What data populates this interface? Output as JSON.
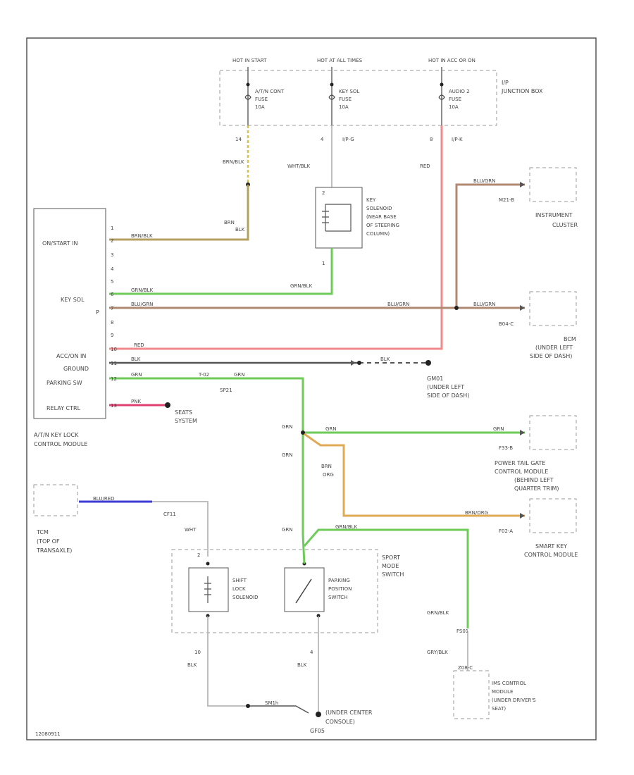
{
  "junction": {
    "fuse_hot_a": "HOT IN START",
    "fuse_hot_b": "HOT AT ALL TIMES",
    "fuse_hot_c": "HOT IN ACC OR ON",
    "fuse_a_name": "A/T/N CONT",
    "fuse_a_sub": "FUSE",
    "fuse_a_amp": "10A",
    "fuse_b_name": "KEY SOL",
    "fuse_b_sub": "FUSE",
    "fuse_b_amp": "10A",
    "fuse_c_name": "AUDIO 2",
    "fuse_c_sub": "FUSE",
    "fuse_c_amp": "10A",
    "box_l1": "I/P",
    "box_l2": "JUNCTION BOX",
    "pin_a": "14",
    "pin_b": "4",
    "pin_b_conn": "I/P-G",
    "pin_c": "8",
    "pin_c_conn": "I/P-K"
  },
  "module": {
    "pins": {
      "p1": "1",
      "p2": "2",
      "p3": "3",
      "p4": "4",
      "p5": "5",
      "p6": "6",
      "p7": "7",
      "p8": "8",
      "p9": "9",
      "p10": "10",
      "p11": "11",
      "p12": "12",
      "p13": "13"
    },
    "rows": {
      "start": "ON/START IN",
      "keysol": "KEY SOL",
      "p": "P",
      "acc": "ACC/ON IN",
      "ground": "GROUND",
      "parking": "PARKING SW",
      "relay": "RELAY CTRL"
    },
    "name_l1": "A/T/N KEY LOCK",
    "name_l2": "CONTROL MODULE"
  },
  "wires": {
    "brn_blk": "BRN/BLK",
    "brn": "BRN",
    "blk": "BLK",
    "wht_blk": "WHT/BLK",
    "red": "RED",
    "grn_blk": "GRN/BLK",
    "blu_grn": "BLU/GRN",
    "blk2": "BLK",
    "grn": "GRN",
    "pnk": "PNK",
    "blu_red": "BLU/RED",
    "wht": "WHT",
    "gry_blk": "GRY/BLK",
    "brn_org": "BRN/ORG",
    "org": "ORG",
    "brn2": "BRN"
  },
  "key_solenoid": {
    "l1": "KEY",
    "l2": "SOLENOID",
    "l3": "(NEAR BASE",
    "l4": "OF STEERING",
    "l5": "COLUMN)",
    "pin_top": "2",
    "pin_bot": "1"
  },
  "instrument": {
    "conn": "M21-B",
    "l1": "INSTRUMENT",
    "l2": "CLUSTER"
  },
  "bcm": {
    "conn": "B04-C",
    "l1": "BCM",
    "l2": "(UNDER LEFT",
    "l3": "SIDE OF DASH)"
  },
  "ground1": {
    "id": "GM01",
    "l1": "(UNDER LEFT",
    "l2": "SIDE OF DASH)",
    "splice": "SP21",
    "pin_grn": "T-02"
  },
  "seats": {
    "l1": "SEATS",
    "l2": "SYSTEM"
  },
  "powertail": {
    "conn": "F33-B",
    "l1": "POWER TAIL GATE",
    "l2": "CONTROL MODULE",
    "l3": "(BEHIND LEFT",
    "l4": "QUARTER TRIM)"
  },
  "smartkey": {
    "conn": "F02-A",
    "l1": "SMART KEY",
    "l2": "CONTROL MODULE"
  },
  "tcm": {
    "l1": "TCM",
    "l2": "(TOP OF",
    "l3": "TRANSAXLE)",
    "splice": "CF11"
  },
  "shift": {
    "l1": "SHIFT",
    "l2": "LOCK",
    "l3": "SOLENOID",
    "pin_top": "2",
    "pin_bot": "10"
  },
  "parking": {
    "l1": "PARKING",
    "l2": "POSITION",
    "l3": "SWITCH",
    "pin_bot": "4"
  },
  "sport": {
    "l1": "SPORT",
    "l2": "MODE",
    "l3": "SWITCH"
  },
  "splice_fs": "FS01",
  "ims": {
    "conn": "Z08-C",
    "l1": "IMS CONTROL",
    "l2": "MODULE",
    "l3": "(UNDER DRIVER'S",
    "l4": "SEAT)"
  },
  "ground2": {
    "l1": "(UNDER CENTER",
    "l2": "CONSOLE)",
    "id": "GF05",
    "splice": "SM1h"
  },
  "footer": "12080911"
}
